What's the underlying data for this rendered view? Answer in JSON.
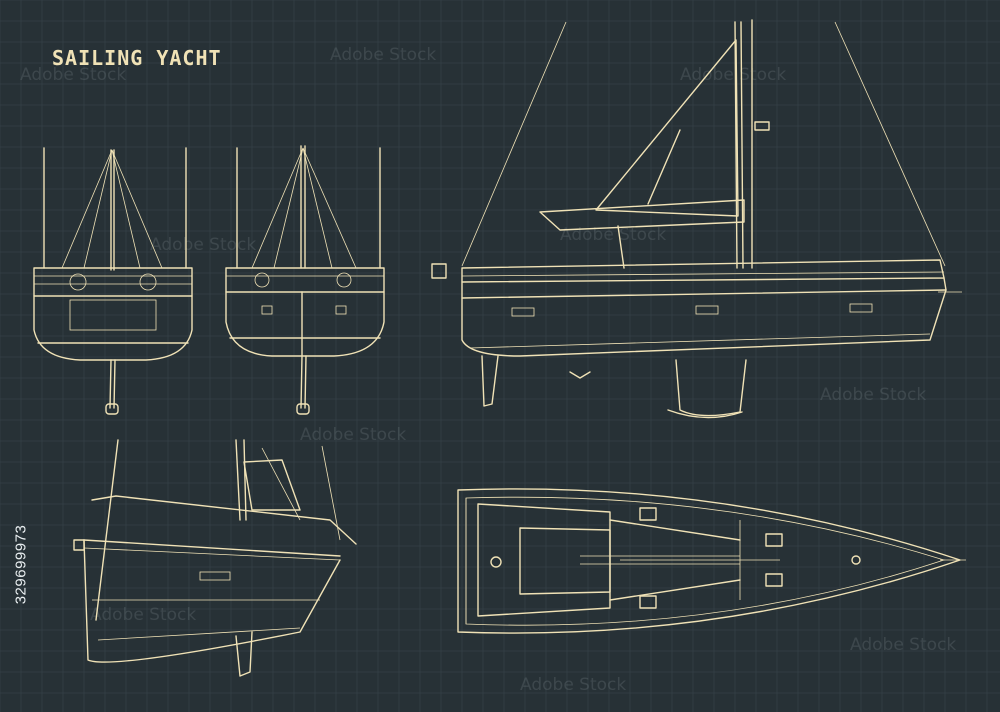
{
  "title": "SAILING YACHT",
  "stock_id": "329699973",
  "watermark": "Adobe Stock",
  "colors": {
    "background": "#273136",
    "grid": "#3a464c",
    "line": "#f0e2b6"
  }
}
